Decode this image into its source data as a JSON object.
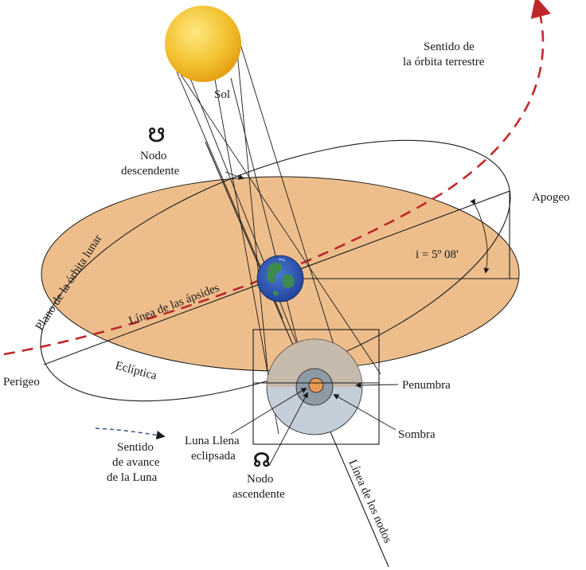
{
  "labels": {
    "sol": "Sol",
    "sentido_orbita_terrestre_1": "Sentido de",
    "sentido_orbita_terrestre_2": "la órbita terrestre",
    "nodo_descendente_1": "Nodo",
    "nodo_descendente_2": "descendente",
    "apogeo": "Apogeo",
    "inclinacion": "i = 5º 08'",
    "plano_orbita_lunar": "Plano de la órbita lunar",
    "linea_apsides": "Línea de las ápsides",
    "perigeo": "Perigeo",
    "ecliptica": "Eclíptica",
    "penumbra": "Penumbra",
    "sombra": "Sombra",
    "sentido_avance_luna_1": "Sentido",
    "sentido_avance_luna_2": "de avance",
    "sentido_avance_luna_3": "de la Luna",
    "luna_llena_1": "Luna Llena",
    "luna_llena_2": "eclipsada",
    "nodo_ascendente_1": "Nodo",
    "nodo_ascendente_2": "ascendente",
    "linea_nodos": "Línea de los nodos"
  },
  "symbols": {
    "descending_node": "☋",
    "ascending_node": "☊"
  },
  "colors": {
    "orbital_plane": "#EDBE8C",
    "sun": "#F2C230",
    "earth_orbit_arrow": "#C0282A",
    "penumbra": "#C4CED9",
    "umbra": "#8E9AA6",
    "moon": "#E69A55",
    "earth_ocean": "#1F3F9A",
    "earth_land": "#3E8A4E"
  },
  "icons": {
    "sun": "sun-icon",
    "earth": "earth-globe-icon",
    "moon": "full-moon-icon"
  }
}
